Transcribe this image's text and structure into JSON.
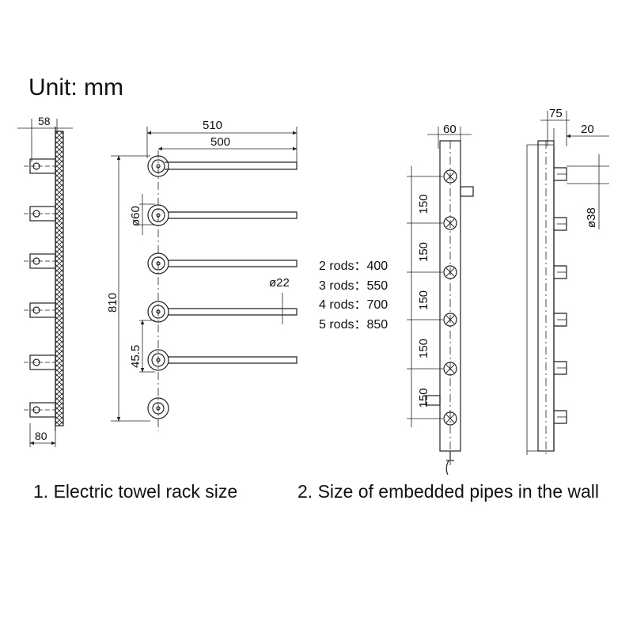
{
  "unit_label": "Unit: mm",
  "captions": {
    "left": "1. Electric towel rack size",
    "right": "2. Size of embedded pipes in the wall"
  },
  "rod_lengths": [
    {
      "label": "2 rods",
      "sep": "：",
      "value": "400"
    },
    {
      "label": "3 rods",
      "sep": "：",
      "value": "550"
    },
    {
      "label": "4 rods",
      "sep": "：",
      "value": "700"
    },
    {
      "label": "5 rods",
      "sep": "：",
      "value": "850"
    }
  ],
  "dimensions": {
    "side_top": "58",
    "side_bottom": "80",
    "overall_width": "510",
    "rod_length": "500",
    "diameter_hub": "ø60",
    "diameter_rod": "ø22",
    "height": "810",
    "offset": "45.5",
    "pipe_width": "60",
    "pipe_spacing": "150",
    "wall_depth": "75",
    "wall_inner": "20",
    "diameter_pipe": "ø38"
  },
  "colors": {
    "line": "#222222",
    "text": "#111111"
  }
}
